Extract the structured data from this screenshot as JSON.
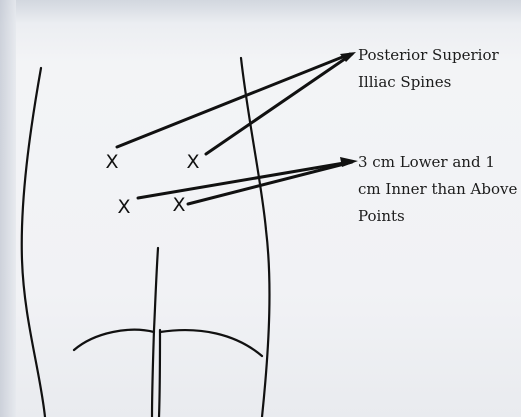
{
  "labels": {
    "posterior_superior": {
      "lines": [
        "Posterior Superior",
        "Illiac Spines"
      ]
    },
    "lower_inner": {
      "lines": [
        "3 cm Lower and 1",
        "cm Inner than Above",
        "Points"
      ]
    }
  },
  "markers": {
    "upper_left": "X",
    "upper_right": "X",
    "lower_left": "X",
    "lower_right": "X"
  },
  "colors": {
    "ink": "#111111",
    "paper": "#f2f3f5"
  }
}
